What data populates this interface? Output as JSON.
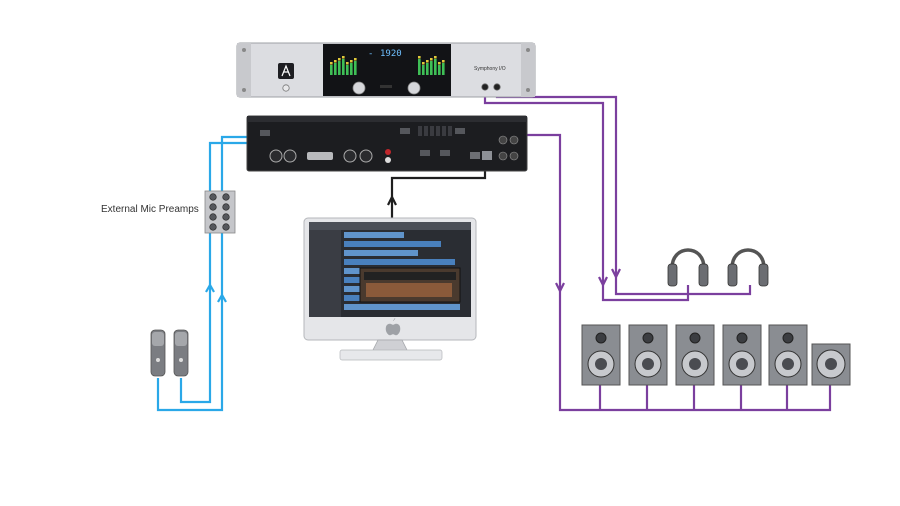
{
  "labels": {
    "preamps": "External Mic Preamps",
    "device_name": "Symphony I/O",
    "display_readout": "1920",
    "display_prefix": "-"
  },
  "colors": {
    "mic_cable": "#2aa8e8",
    "audio_cable": "#7b3f9e",
    "computer_cable": "#1f1f1f",
    "rack_silver": "#d9dade",
    "rack_dark": "#1c1d20",
    "speaker": "#8a8d92"
  },
  "icons": [
    "apogee-logo-icon",
    "apple-logo-icon"
  ],
  "counts": {
    "microphones": 2,
    "headphones": 2,
    "speakers": 6
  }
}
